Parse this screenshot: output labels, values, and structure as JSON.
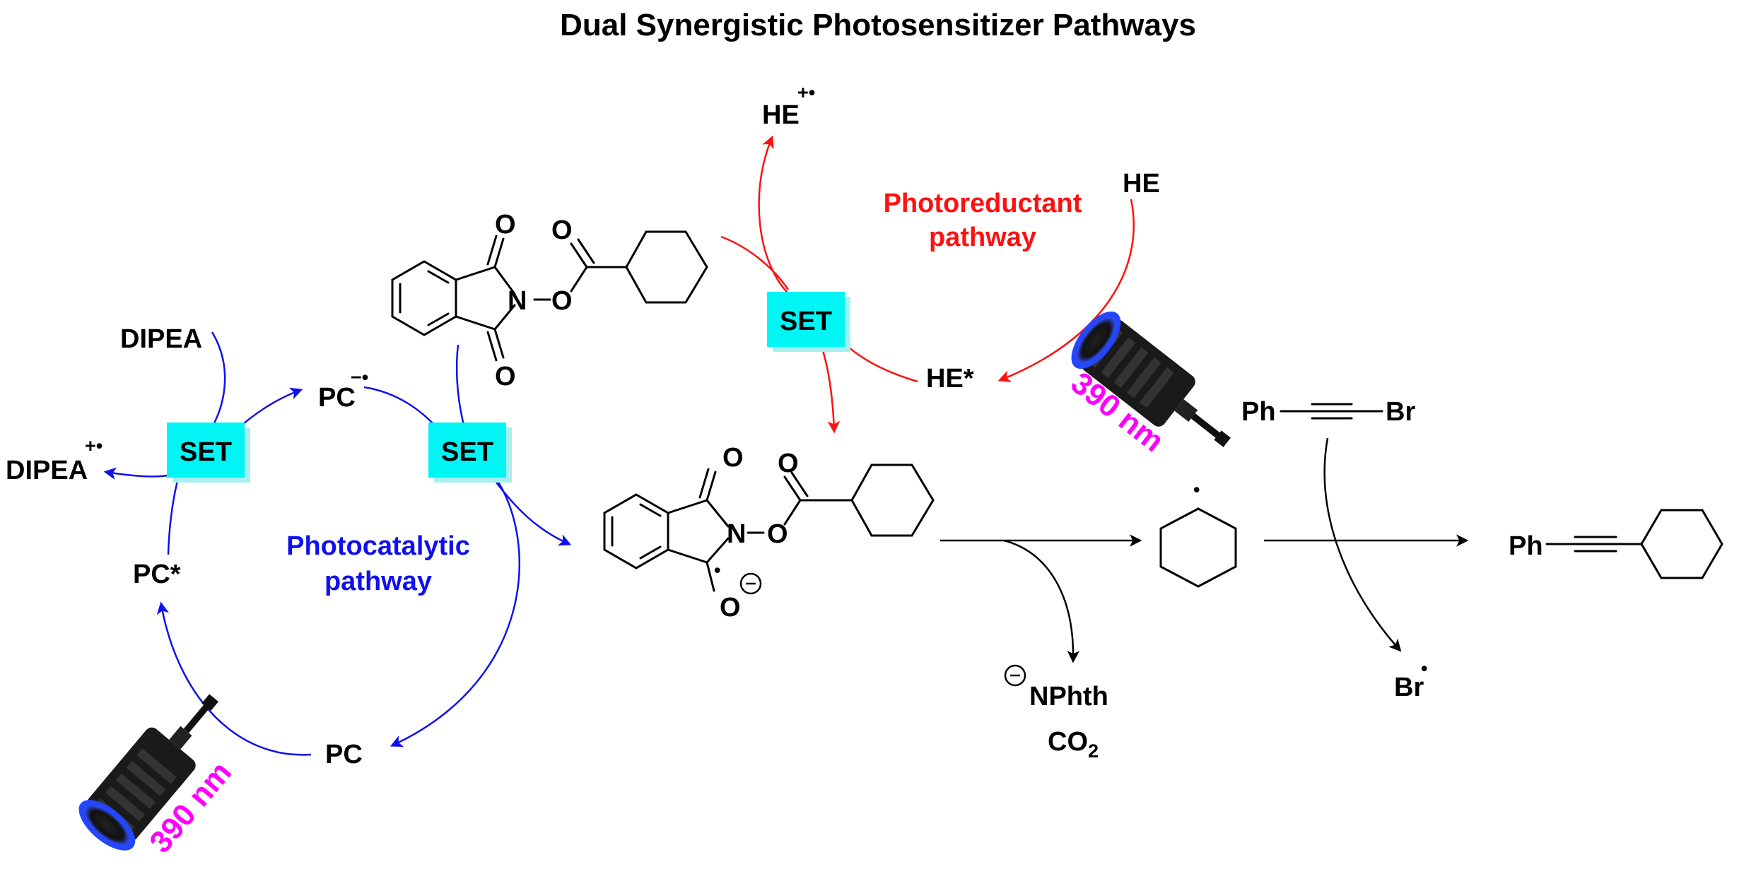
{
  "title": "Dual Synergistic Photosensitizer Pathways",
  "pathways": {
    "photocatalytic": [
      "Photocatalytic",
      "pathway"
    ],
    "photoreductant": [
      "Photoreductant",
      "pathway"
    ]
  },
  "species": {
    "dipea": "DIPEA",
    "dipea_radical_cation": "DIPEA",
    "dipea_charge": "+•",
    "pc_radical_anion": "PC",
    "pc_radical_anion_charge": "−•",
    "pc_excited": "PC*",
    "pc": "PC",
    "he": "HE",
    "he_excited": "HE*",
    "he_radical_cation": "HE",
    "he_charge": "+•",
    "nphth": "NPhth",
    "co2_main": "CO",
    "co2_sub": "2",
    "br_radical": "Br",
    "radical_dot": "•",
    "ph": "Ph",
    "br": "Br"
  },
  "set_label": "SET",
  "light_label": "390 nm",
  "atoms": {
    "o": "O",
    "n": "N"
  },
  "colors": {
    "blue": "#1010ee",
    "red": "#ff1010",
    "magenta": "#ff00ff",
    "set_box": "#00f5f5",
    "set_shadow": "#a8f0f0"
  },
  "icons": [
    "led-lamp-icon",
    "led-lamp-icon"
  ]
}
